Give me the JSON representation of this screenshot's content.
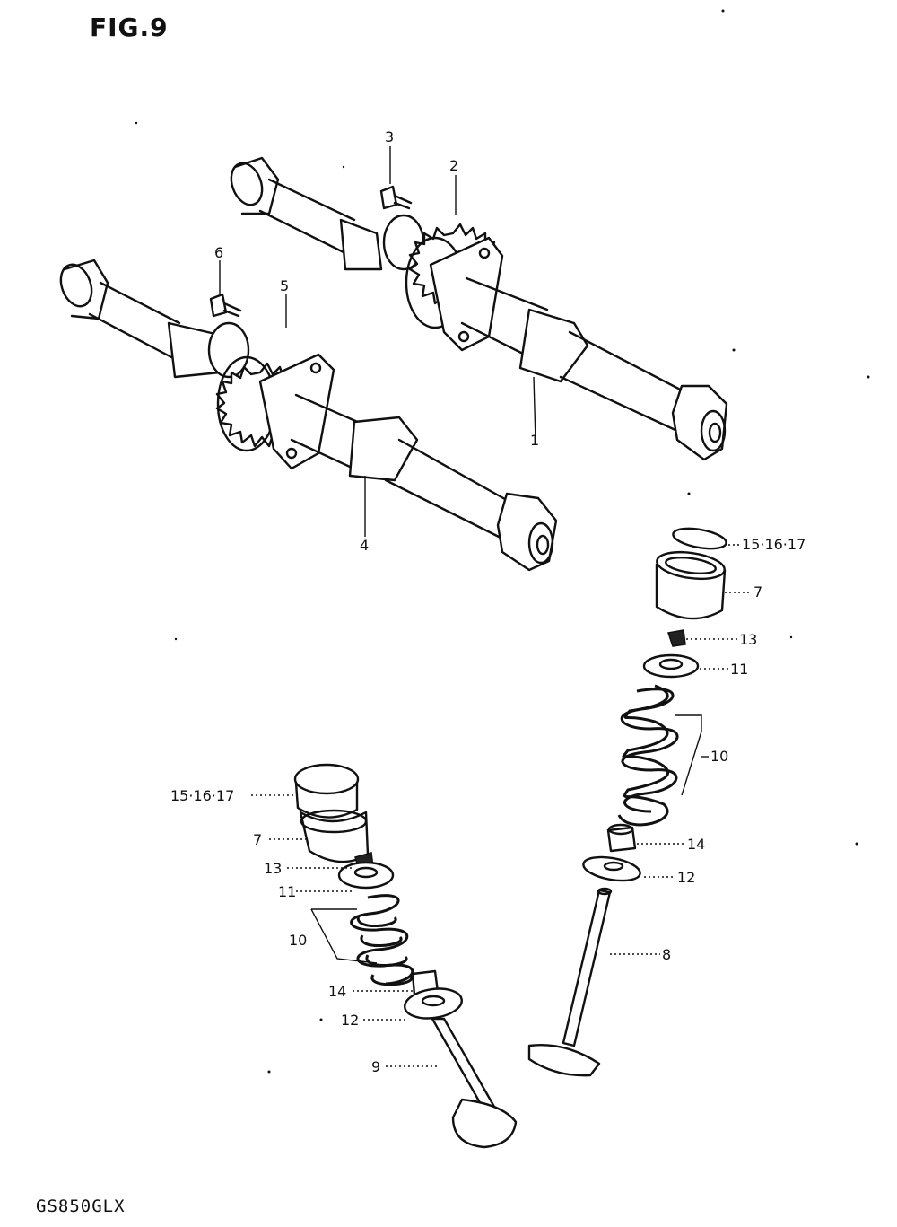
{
  "figure": {
    "title": "FIG.9",
    "model": "GS850GLX"
  },
  "labels": {
    "p1": "1",
    "p2": "2",
    "p3": "3",
    "p4": "4",
    "p5": "5",
    "p6": "6",
    "p7_right": "7",
    "p7_left": "7",
    "p8": "8",
    "p9": "9",
    "p10_right": "10",
    "p10_left": "10",
    "p11_right": "11",
    "p11_left": "11",
    "p12_right": "12",
    "p12_left": "12",
    "p13_right": "13",
    "p13_left": "13",
    "p14_right": "14",
    "p14_left": "14",
    "shim_right": "15·16·17",
    "shim_left": "15·16·17"
  }
}
